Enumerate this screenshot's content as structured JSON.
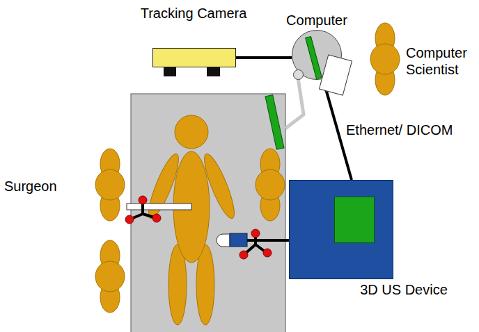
{
  "diagram": {
    "nodes": [
      {
        "text": [
          "Tracking Camera"
        ]
      },
      {
        "text": [
          "Computer"
        ]
      },
      {
        "text": [
          "3D US Device"
        ]
      }
    ],
    "edges": [
      {
        "from": 0,
        "to": 1,
        "arrow": "none"
      },
      {
        "from": 1,
        "to": 2,
        "label": "Ethernet/ DICOM",
        "arrow": "none"
      }
    ],
    "labels": [
      "Computer Scientist",
      "Surgeon"
    ]
  }
}
